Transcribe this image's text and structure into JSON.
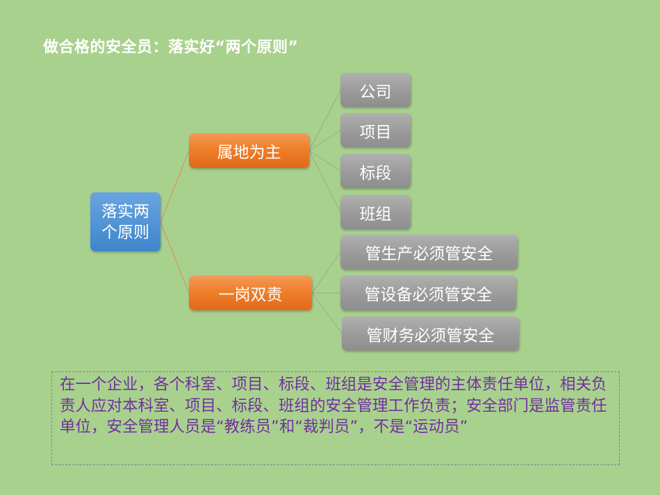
{
  "title": "做合格的安全员：落实好“两个原则”",
  "diagram": {
    "root": {
      "label": "落实两个原则",
      "color": "#4a8fd4"
    },
    "branches": [
      {
        "label": "属地为主",
        "color": "#ef7f2a",
        "children": [
          "公司",
          "项目",
          "标段",
          "班组"
        ]
      },
      {
        "label": "一岗双责",
        "color": "#ef7f2a",
        "children": [
          "管生产必须管安全",
          "管设备必须管安全",
          "管财务必须管安全"
        ]
      }
    ],
    "leaf_color": "#a0a0a0",
    "root_link_color": "#d4955a",
    "leaf_link_color": "#9aa88f"
  },
  "note": {
    "text": "在一个企业，各个科室、项目、标段、班组是安全管理的主体责任单位，相关负责人应对本科室、项目、标段、班组的安全管理工作负责；安全部门是监管责任单位，安全管理人员是“教练员”和“裁判员”，不是“运动员”",
    "color": "#7030a0"
  },
  "background_color": "#a9d18e"
}
